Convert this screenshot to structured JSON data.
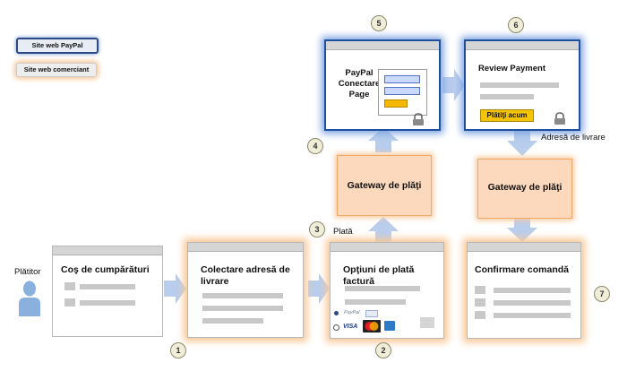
{
  "legend": {
    "paypal": "Site web PayPal",
    "merchant": "Site web comerciant"
  },
  "payer_label": "Plătitor",
  "steps": {
    "cart": {
      "title": "Coş de cumpărături"
    },
    "address": {
      "title": "Colectare adresă de livrare"
    },
    "options": {
      "title": "Opţiuni de plată factură",
      "paypal_text": "PayPal",
      "visa_text": "VISA"
    },
    "paypal_page": {
      "title_line1": "PayPal",
      "title_line2": "Conectare",
      "title_line3": "Page"
    },
    "review": {
      "title": "Review Payment",
      "button": "Plătiţi acum"
    },
    "confirm": {
      "title": "Confirmare comandă"
    }
  },
  "gateways": {
    "left": "Gateway de plăţi",
    "right": "Gateway de plăţi"
  },
  "labels": {
    "payment": "Plată",
    "shipping_address": "Adresă de livrare"
  },
  "numbers": [
    "1",
    "2",
    "3",
    "4",
    "5",
    "6",
    "7"
  ],
  "colors": {
    "paypal_border": "#1f4f9f",
    "merchant_glow": "#f9c796",
    "gateway_fill": "#fcd9bd",
    "arrow": "#b9cdec",
    "pay_button": "#f5b800"
  }
}
